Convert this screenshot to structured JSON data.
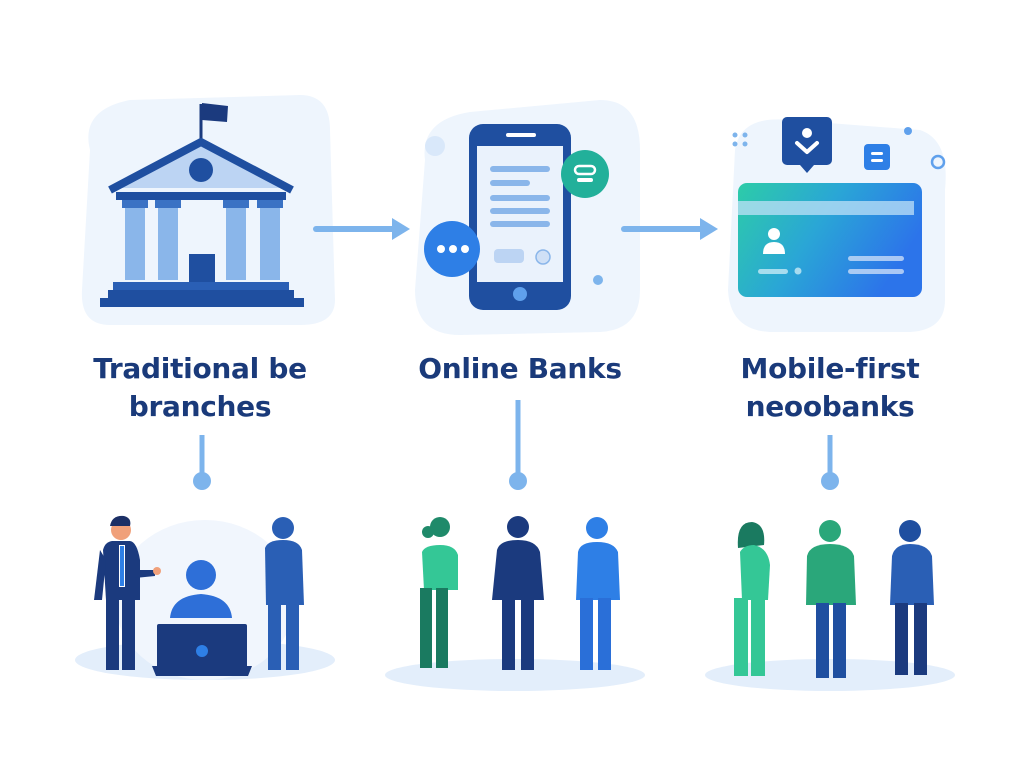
{
  "stages": [
    {
      "id": "traditional",
      "label_line1": "Traditional be",
      "label_line2": "branches",
      "icon": "bank-building-icon",
      "people": "customers-with-banker-and-laptop"
    },
    {
      "id": "online",
      "label_line1": "Online Banks",
      "label_line2": "",
      "icon": "smartphone-chat-icon",
      "people": "three-standing-people"
    },
    {
      "id": "neobank",
      "label_line1": "Mobile-first",
      "label_line2": "neoobanks",
      "icon": "bank-card-icon",
      "people": "three-standing-people"
    }
  ],
  "connectors": [
    {
      "from": "traditional",
      "to": "online",
      "type": "arrow-right"
    },
    {
      "from": "online",
      "to": "neobank",
      "type": "arrow-right"
    }
  ],
  "colors": {
    "navy": "#1b3a7e",
    "dark_blue": "#1f4fa0",
    "mid_blue": "#2e6fd8",
    "light_blue": "#8ab6ea",
    "pale_blue": "#eef5fd",
    "connector": "#7db4ec",
    "teal": "#22b89a",
    "green": "#2fc48a",
    "dark_green": "#137a5e",
    "text": "#1a3a7a"
  }
}
